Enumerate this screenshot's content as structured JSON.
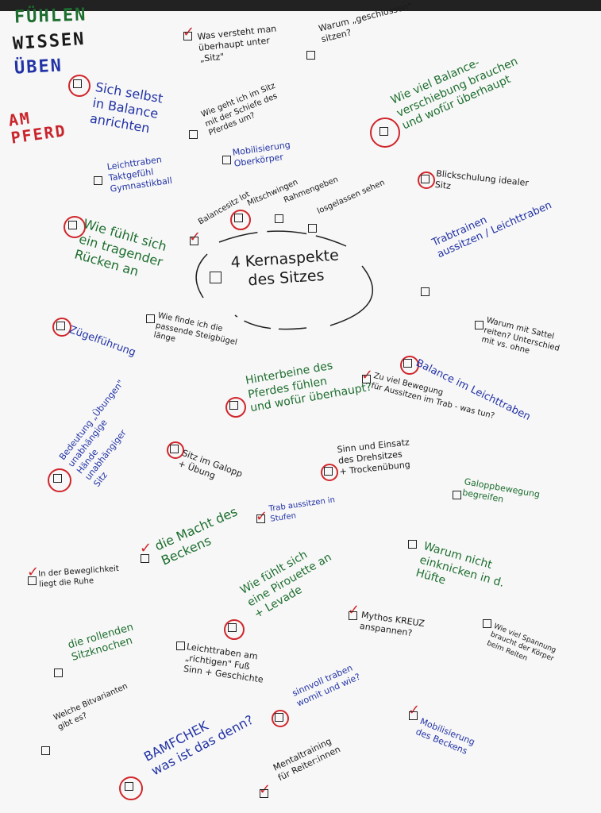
{
  "title": {
    "line1": "FÜHLEN",
    "line2": "WISSEN",
    "line3": "ÜBEN",
    "line4": "AM\nPFERD"
  },
  "center": {
    "label": "4 Kernaspekte\ndes Sitzes"
  },
  "notes": {
    "sich_selbst": "Sich selbst\nin Balance\nanrichten",
    "was_versteht": "Was versteht man\nüberhaupt unter\n„Sitz\"",
    "warum_geschlossen": "Warum „geschlossen\"\nsitzen?",
    "wie_viel_balance": "Wie viel Balance-\nverschiebung brauchen\nund wofür überhaupt",
    "wie_geht": "Wie geht ich im Sitz\nmit der Schiefe des\nPferdes um?",
    "leichttraben": "Leichttraben\nTaktgefühl\nGymnastikball",
    "mobilisierung_ok": "Mobilisierung\nOberkörper",
    "blickschulung": "Blickschulung idealer\nSitz",
    "balancesitz": "Balancesitz lot",
    "mitschwingen": "Mitschwingen",
    "rahmengeben": "Rahmengeben",
    "losgelassen": "losgelassen sehen",
    "wie_fuehlt_ruecken": "Wie fühlt sich\nein tragender\nRücken an",
    "trabtraenen": "Trabtrainen\naussitzen / Leichttraben",
    "zuegelfuehrung": "Zügelführung",
    "wie_finde": "Wie finde ich die\npassende Steigbügel\nlänge",
    "warum_sattel": "Warum mit Sattel\nreiten? Unterschied\nmit vs. ohne",
    "hinterbeine": "Hinterbeine des\nPferdes fühlen\nund wofür überhaupt?",
    "zu_viel_bewegung": "Zu viel Bewegung\nfür Aussitzen im Trab - was tun?",
    "balance_leicht": "Balance im Leichttraben",
    "bedeutung": "Bedeutung „Übungen\"\nunabhängige\nHände\nunabhängiger\nSitz",
    "sitz_galopp": "Sitz im Galopp\n+ Übung",
    "sinn_drehsitz": "Sinn und Einsatz\ndes Drehsitzes\n+ Trockenübung",
    "galopp": "Galoppbewegung\nbegreifen",
    "trab_aussitzen": "Trab aussitzen in\nStufen",
    "macht_becken": "die Macht des\nBeckens",
    "warum_einknicken": "Warum nicht\neinknicken in d.\nHüfte",
    "bewegliche": "In der Beweglichkeit\nliegt die Ruhe",
    "wie_fuehlt_pirouette": "Wie fühlt sich\neine Pirouette an\n+ Levade",
    "mythos": "Mythos KREUZ\nanspannen?",
    "wie_viel_spannung": "Wie viel Spannung\nbraucht der Körper\nbeim Reiten",
    "rollende": "die rollenden\nSitzknochen",
    "leichttraben_fuss": "Leichttraben am\n„richtigen\" Fuß\nSinn + Geschichte",
    "sinnvoll": "sinnvoll traben\nwomit und wie?",
    "welche_bit": "Welche Bitvarianten\ngibt es?",
    "bamfchek": "BAMFCHEK\nwas ist das denn?",
    "mentaltraining": "Mentaltraining\nfür Reiter:innen",
    "mobilisierung_becken": "Mobilisierung\ndes Beckens"
  },
  "colors": {
    "black": "#1a1a1a",
    "blue": "#2233a6",
    "green": "#1d6e2f",
    "red": "#c9252c"
  }
}
